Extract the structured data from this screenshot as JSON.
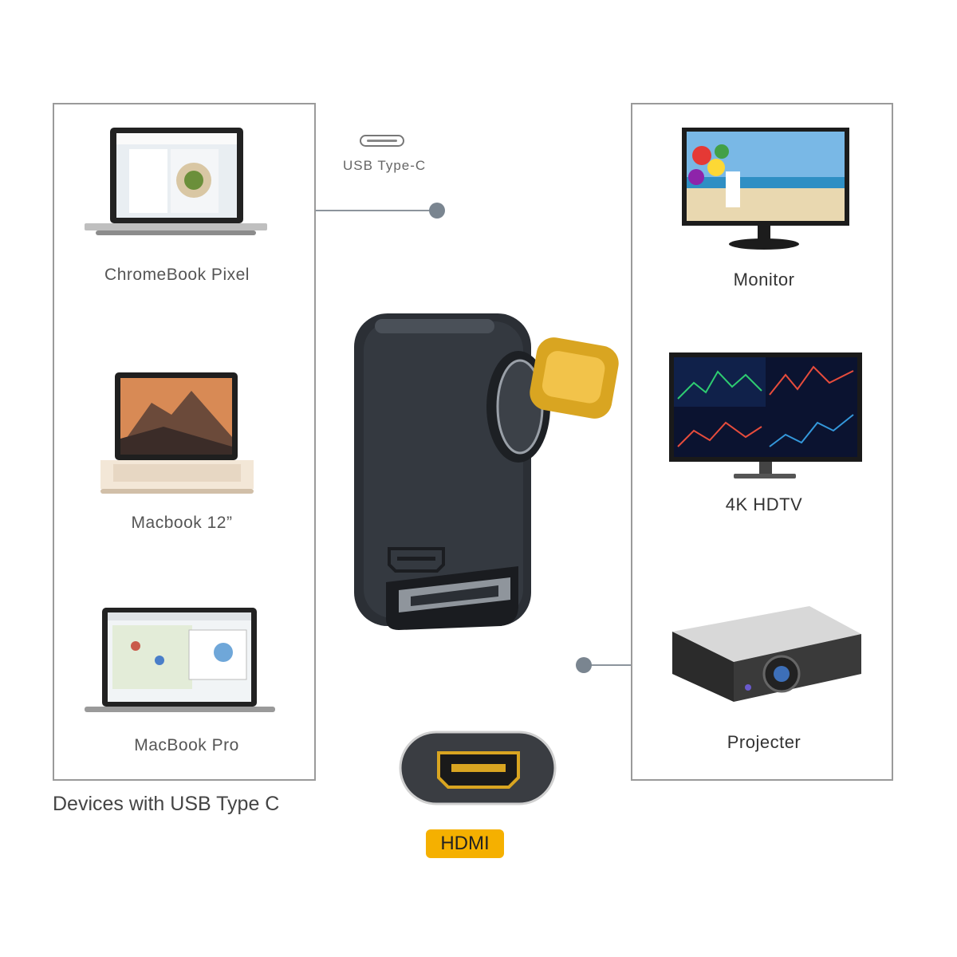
{
  "left_panel": {
    "devices": [
      {
        "label": "ChromeBook Pixel"
      },
      {
        "label": "Macbook 12”"
      },
      {
        "label": "MacBook Pro"
      }
    ],
    "caption": "Devices with USB Type C"
  },
  "right_panel": {
    "devices": [
      {
        "label": "Monitor"
      },
      {
        "label": "4K HDTV"
      },
      {
        "label": "Projecter"
      }
    ]
  },
  "connector": {
    "usb_label": "USB Type-C",
    "hdmi_label": "HDMI"
  },
  "colors": {
    "border": "#9a9a9a",
    "connector_dot": "#7a8590",
    "hdmi_badge": "#f5b000",
    "adapter_body": "#2b2f35",
    "gold_plug": "#d9a521"
  },
  "icons": [
    "laptop-icon",
    "monitor-icon",
    "projector-icon",
    "usb-c-port-icon",
    "hdmi-port-icon",
    "adapter-icon"
  ]
}
